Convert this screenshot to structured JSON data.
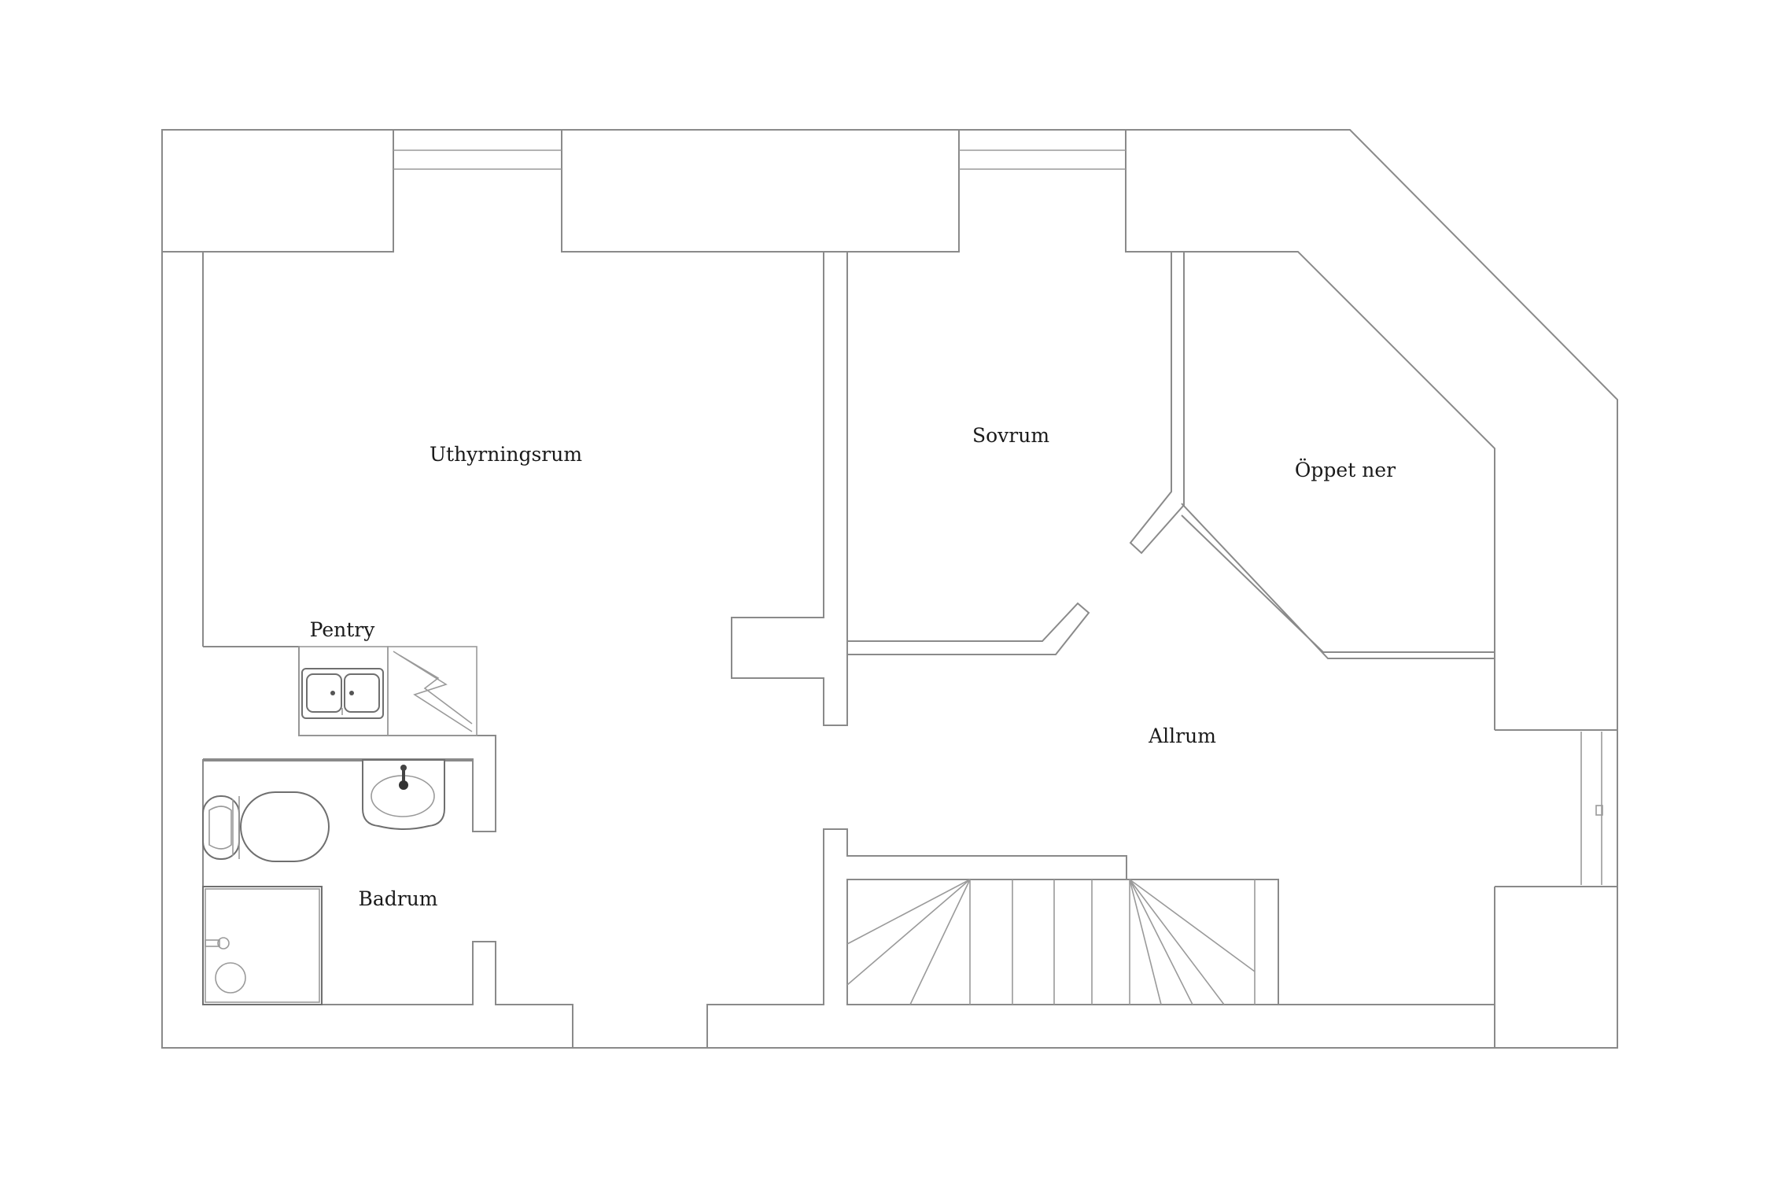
{
  "rooms": {
    "uthyrningsrum": "Uthyrningsrum",
    "pentry": "Pentry",
    "badrum": "Badrum",
    "sovrum": "Sovrum",
    "oppet_ner": "Öppet ner",
    "allrum": "Allrum"
  },
  "colors": {
    "wall": "#8a8a8a",
    "label": "#1a1a1a",
    "background": "#ffffff"
  }
}
